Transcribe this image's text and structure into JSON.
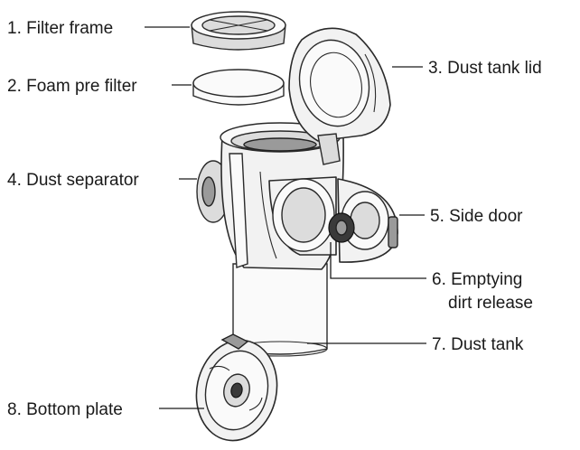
{
  "callouts": [
    {
      "label": "1. Filter frame"
    },
    {
      "label": "2. Foam pre filter"
    },
    {
      "label": "3. Dust tank lid"
    },
    {
      "label": "4. Dust separator"
    },
    {
      "label": "5. Side door"
    },
    {
      "label": "6. Emptying"
    },
    {
      "label": "dirt release"
    },
    {
      "label": "7. Dust tank"
    },
    {
      "label": "8. Bottom plate"
    }
  ]
}
